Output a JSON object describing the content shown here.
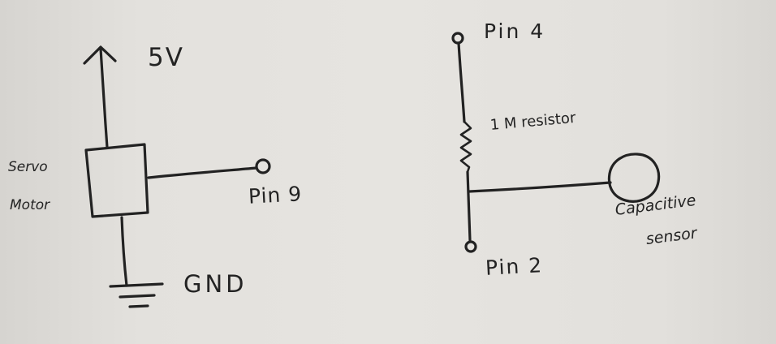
{
  "labels": {
    "voltage": "5V",
    "servo_line1": "Servo",
    "servo_line2": "Motor",
    "pin9": "Pin 9",
    "ground": "GND",
    "pin4": "Pin 4",
    "resistor": "1 M resistor",
    "capacitive_line1": "Capacitive",
    "capacitive_line2": "sensor",
    "pin2": "Pin 2"
  },
  "colors": {
    "ink": "#222222",
    "paper": "#e4e2de"
  }
}
